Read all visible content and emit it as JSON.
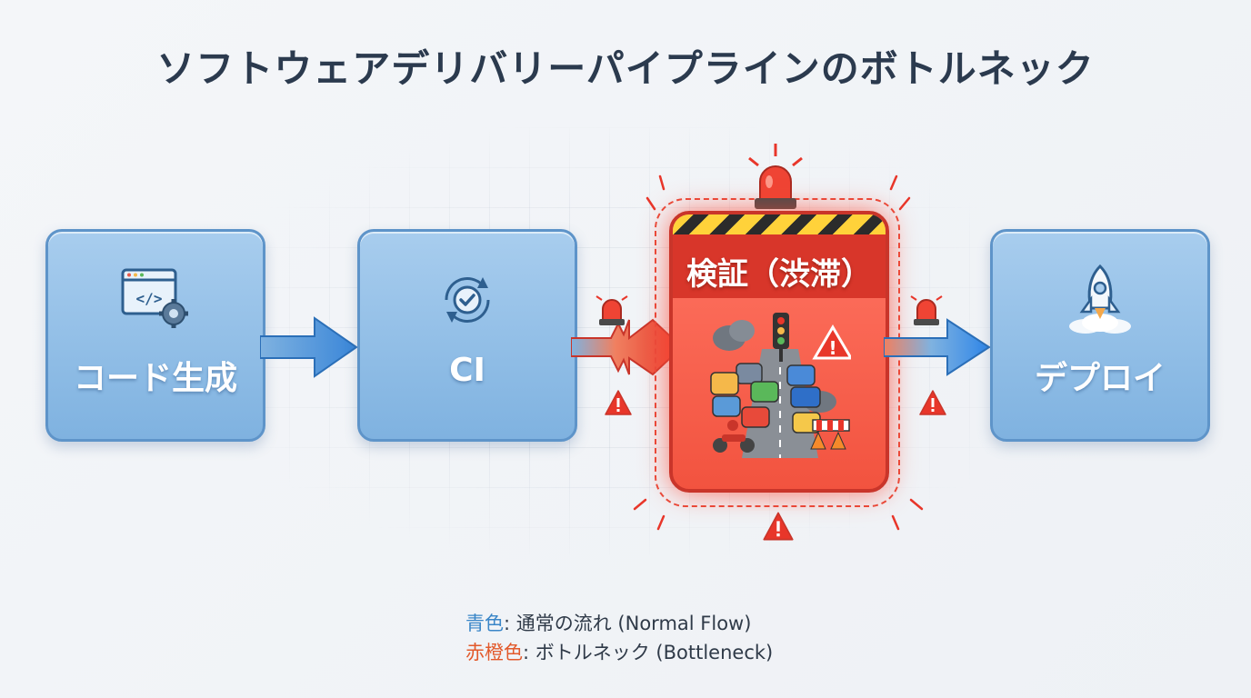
{
  "title": "ソフトウェアデリバリーパイプラインのボトルネック",
  "stages": {
    "code": {
      "label": "コード生成",
      "icon": "code-window-gear-icon"
    },
    "ci": {
      "label": "CI",
      "icon": "sync-check-icon"
    },
    "verify": {
      "label": "検証（渋滞）",
      "icon": "traffic-jam-icon",
      "status": "bottleneck"
    },
    "deploy": {
      "label": "デプロイ",
      "icon": "rocket-icon"
    }
  },
  "legend": {
    "normal_key": "青色",
    "normal_text": ": 通常の流れ (Normal Flow)",
    "bottleneck_key": "赤橙色",
    "bottleneck_text": ": ボトルネック (Bottleneck)"
  },
  "colors": {
    "normal": "#7fb2e0",
    "bottleneck": "#f2533f",
    "normal_text": "#3a86c8",
    "bottleneck_text": "#e25a2c"
  }
}
